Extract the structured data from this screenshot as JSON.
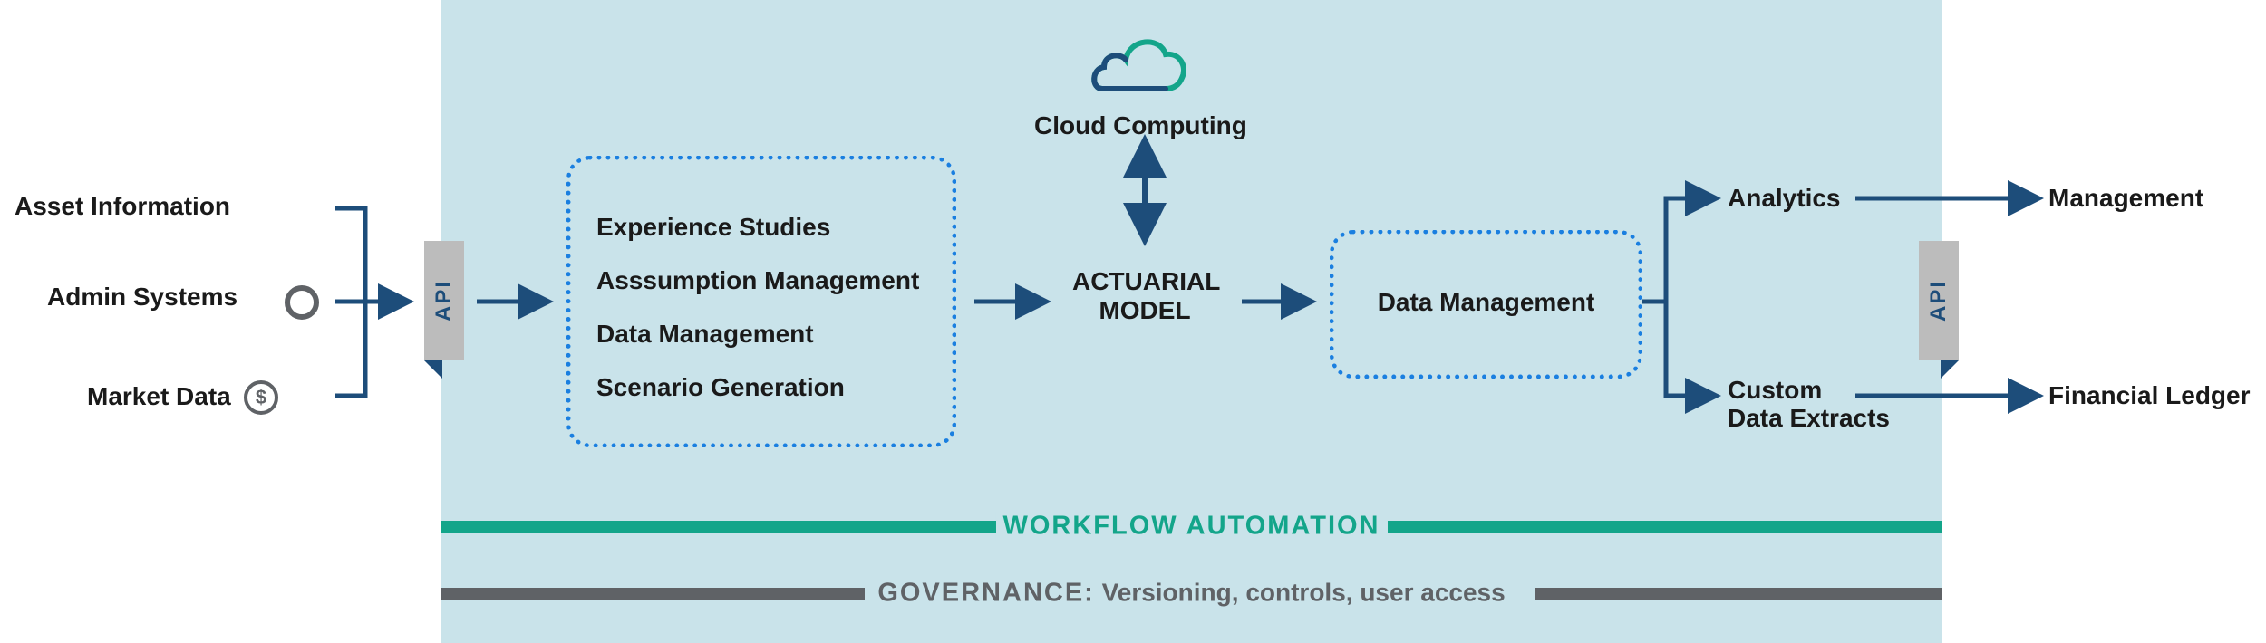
{
  "sources": {
    "asset_information": "Asset Information",
    "admin_systems": "Admin Systems",
    "market_data": "Market Data"
  },
  "api_left": "API",
  "api_right": "API",
  "preprocessing": {
    "items": [
      "Experience Studies",
      "Asssumption Management",
      "Data Management",
      "Scenario Generation"
    ]
  },
  "cloud": {
    "label": "Cloud Computing",
    "icon": "cloud-icon"
  },
  "model": {
    "line1": "ACTUARIAL",
    "line2": "MODEL"
  },
  "data_management": "Data Management",
  "outputs": {
    "analytics": "Analytics",
    "custom_line1": "Custom",
    "custom_line2": "Data Extracts"
  },
  "destinations": {
    "management": "Management",
    "financial_ledger": "Financial Ledger"
  },
  "workflow": "WORKFLOW AUTOMATION",
  "governance": {
    "title": "GOVERNANCE:",
    "text": "Versioning, controls, user access"
  },
  "colors": {
    "panel": "#c9e3ea",
    "arrow": "#1d4d7a",
    "dotted": "#1a7fe0",
    "workflow": "#13a58a",
    "governance": "#5f6266"
  }
}
